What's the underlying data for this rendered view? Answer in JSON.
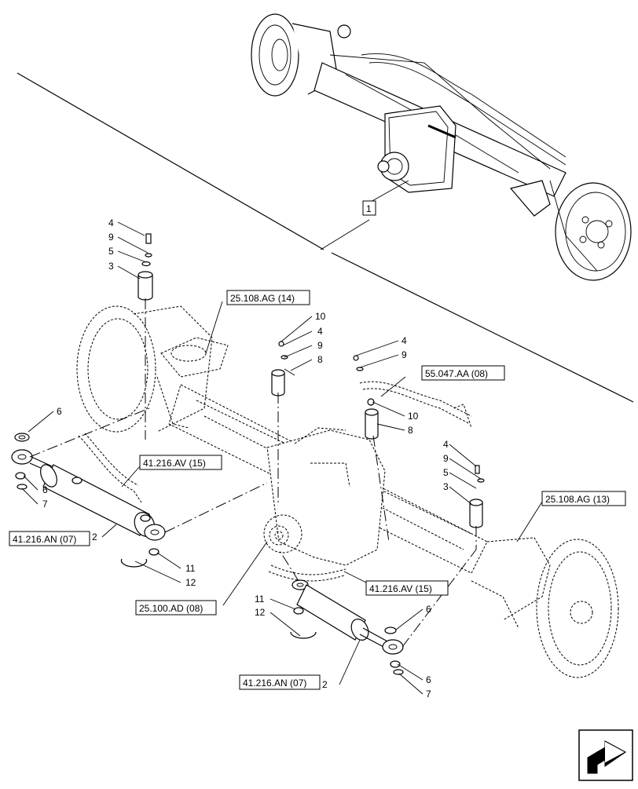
{
  "callouts": {
    "n1": "1",
    "n2": "2",
    "n3": "3",
    "n4": "4",
    "n5": "5",
    "n6": "6",
    "n7": "7",
    "n8": "8",
    "n9": "9",
    "n10": "10",
    "n11": "11",
    "n12": "12"
  },
  "references": {
    "ag14": "25.108.AG (14)",
    "ag13": "25.108.AG (13)",
    "aa08": "55.047.AA (08)",
    "av15": "41.216.AV (15)",
    "an07": "41.216.AN (07)",
    "ad08": "25.100.AD (08)"
  },
  "icons": {
    "nav": "arrow-navigation-icon"
  }
}
